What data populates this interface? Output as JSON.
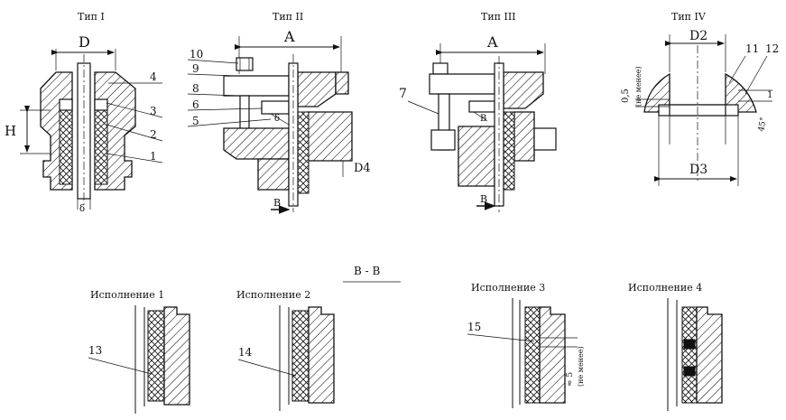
{
  "types": {
    "t1": "Тип I",
    "t2": "Тип II",
    "t3": "Тип III",
    "t4": "Тип IV"
  },
  "dims": {
    "D": "D",
    "A2": "A",
    "A3": "A",
    "D2": "D2",
    "D3": "D3",
    "D4": "D4",
    "H": "H",
    "delta1": "δ",
    "delta2": "δ",
    "B2": "В",
    "B3": "В",
    "s2": "δ",
    "s3": "В",
    "half": "0,5",
    "half_note": "(не менее)",
    "one": "1",
    "angle": "45°",
    "five": "≈ 5",
    "five_note": "(не менее)"
  },
  "parts": [
    "1",
    "2",
    "3",
    "4",
    "5",
    "6",
    "7",
    "8",
    "9",
    "10",
    "11",
    "12",
    "13",
    "14",
    "15"
  ],
  "section": "В - В",
  "variants": {
    "v1": "Исполнение 1",
    "v2": "Исполнение 2",
    "v3": "Исполнение 3",
    "v4": "Исполнение 4"
  }
}
